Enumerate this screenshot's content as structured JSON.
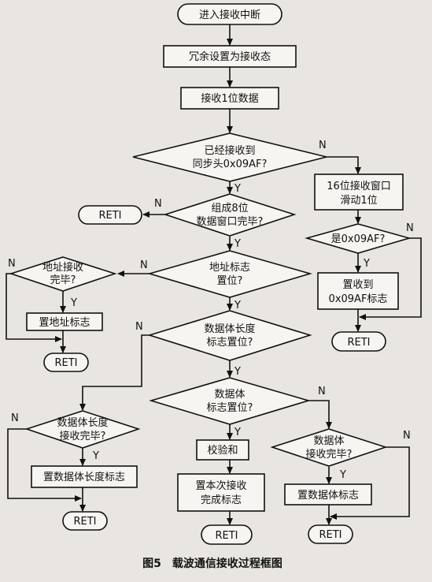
{
  "nodes": {
    "start": "进入接收中断",
    "set_redundant": "冗余设置为接收态",
    "receive_bit": "接收1位数据",
    "got_sync": [
      "已经接收到",
      "同步头0x09AF?"
    ],
    "slide_window": [
      "16位接收窗口",
      "滑动1位"
    ],
    "is_09af": "是0x09AF?",
    "set_09af_flag": [
      "置收到",
      "0x09AF标志"
    ],
    "reti_right_top": "RETI",
    "form_8bit": [
      "组成8位",
      "数据窗口完毕?"
    ],
    "reti_left_top": "RETI",
    "addr_flag_set": [
      "地址标志",
      "置位?"
    ],
    "addr_received": [
      "地址接收",
      "完毕?"
    ],
    "set_addr_flag": "置地址标志",
    "reti_left_mid": "RETI",
    "len_flag_set": [
      "数据体长度",
      "标志置位?"
    ],
    "len_received": [
      "数据体长度",
      "接收完毕?"
    ],
    "set_len_flag": "置数据体长度标志",
    "reti_left_bottom": "RETI",
    "body_flag_set": [
      "数据体",
      "标志置位?"
    ],
    "checksum": "校验和",
    "set_done_flag": [
      "置本次接收",
      "完成标志"
    ],
    "reti_center_bottom": "RETI",
    "body_received": [
      "数据体",
      "接收完毕?"
    ],
    "set_body_flag": "置数据体标志",
    "reti_right_bottom": "RETI"
  },
  "branch_labels": {
    "yes": "Y",
    "no": "N"
  },
  "caption": "图5　载波通信接收过程框图"
}
